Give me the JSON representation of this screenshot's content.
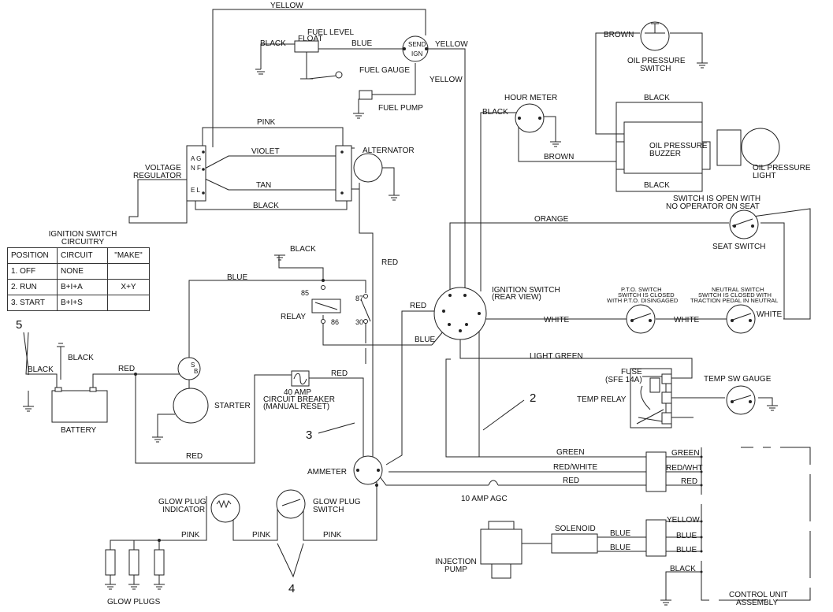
{
  "labels": {
    "yellow_top": "YELLOW",
    "fuel_level_float_1": "FUEL LEVEL",
    "fuel_level_float_2": "FLOAT",
    "black_float": "BLACK",
    "blue_float": "BLUE",
    "send": "SEND",
    "ign": "IGN",
    "yellow_gauge": "YELLOW",
    "fuel_gauge": "FUEL GAUGE",
    "yellow_down": "YELLOW",
    "fuel_pump": "FUEL PUMP",
    "brown_oil": "BROWN",
    "oil_pressure_switch_1": "OIL PRESSURE",
    "oil_pressure_switch_2": "SWITCH",
    "hour_meter": "HOUR METER",
    "black_hour": "BLACK",
    "brown_hour": "BROWN",
    "black_buzzer_top": "BLACK",
    "oil_pressure_buzzer_1": "OIL PRESSURE",
    "oil_pressure_buzzer_2": "BUZZER",
    "black_buzzer_bottom": "BLACK",
    "oil_pressure_light_1": "OIL PRESSURE",
    "oil_pressure_light_2": "LIGHT",
    "pink_regulator": "PINK",
    "violet": "VIOLET",
    "tan": "TAN",
    "black_regulator": "BLACK",
    "alternator": "ALTERNATOR",
    "voltage_regulator_1": "VOLTAGE",
    "voltage_regulator_2": "REGULATOR",
    "reg_ag": "A G",
    "reg_nf": "N   F",
    "reg_el": "E L",
    "switch_open_1": "SWITCH IS OPEN WITH",
    "switch_open_2": "NO OPERATOR ON SEAT",
    "orange": "ORANGE",
    "seat_switch": "SEAT SWITCH",
    "black_relay": "BLACK",
    "red_alt": "RED",
    "blue_relay": "BLUE",
    "r85": "85",
    "r87": "87",
    "r86": "86",
    "r30": "30",
    "relay": "RELAY",
    "red_ign": "RED",
    "blue_ign": "BLUE",
    "ignition_switch_1": "IGNITION SWITCH",
    "ignition_switch_2": "(REAR VIEW)",
    "pto_switch_1": "P.T.O. SWITCH",
    "pto_switch_2": "SWITCH IS CLOSED",
    "pto_switch_3": "WITH P.T.O. DISINGAGED",
    "neutral_switch_1": "NEUTRAL SWITCH",
    "neutral_switch_2": "SWITCH IS CLOSED WITH",
    "neutral_switch_3": "TRACTION PEDAL IN NEUTRAL",
    "white_1": "WHITE",
    "white_2": "WHITE",
    "white_3": "WHITE",
    "light_green": "LIGHT GREEN",
    "fuse_1": "FUSE",
    "fuse_2": "(SFE 14A)",
    "temp_relay": "TEMP RELAY",
    "temp_sw_gauge": "TEMP SW GAUGE",
    "callout_5": "5",
    "callout_3": "3",
    "callout_2": "2",
    "callout_4": "4",
    "black_battery_left": "BLACK",
    "black_battery_top": "BLACK",
    "red_battery": "RED",
    "battery": "BATTERY",
    "starter": "STARTER",
    "starter_s": "S",
    "starter_b": "B",
    "red_starter_bottom": "RED",
    "red_breaker": "RED",
    "breaker_1": "40 AMP",
    "breaker_2": "CIRCUIT BREAKER",
    "breaker_3": "(MANUAL RESET)",
    "ammeter": "AMMETER",
    "green": "GREEN",
    "red_white": "RED/WHITE",
    "red_ammeter": "RED",
    "green_cu": "GREEN",
    "red_wht_cu": "RED/WHT",
    "red_cu": "RED",
    "agc": "10 AMP AGC",
    "glow_plug_indicator_1": "GLOW PLUG",
    "glow_plug_indicator_2": "INDICATOR",
    "glow_plug_switch_1": "GLOW PLUG",
    "glow_plug_switch_2": "SWITCH",
    "pink_1": "PINK",
    "pink_2": "PINK",
    "pink_3": "PINK",
    "glow_plugs": "GLOW PLUGS",
    "solenoid": "SOLENOID",
    "blue_sol_1": "BLUE",
    "blue_sol_2": "BLUE",
    "injection_pump_1": "INJECTION",
    "injection_pump_2": "PUMP",
    "yellow_cu": "YELLOW",
    "blue_cu_1": "BLUE",
    "blue_cu_2": "BLUE",
    "black_cu": "BLACK",
    "control_unit_1": "CONTROL UNIT",
    "control_unit_2": "ASSEMBLY"
  },
  "ignition_table": {
    "title_1": "IGNITION SWITCH",
    "title_2": "CIRCUITRY",
    "headers": [
      "POSITION",
      "CIRCUIT",
      "\"MAKE\""
    ],
    "rows": [
      [
        "1.  OFF",
        "NONE",
        ""
      ],
      [
        "2.  RUN",
        "B+I+A",
        "X+Y"
      ],
      [
        "3.  START",
        "B+I+S",
        ""
      ]
    ]
  }
}
